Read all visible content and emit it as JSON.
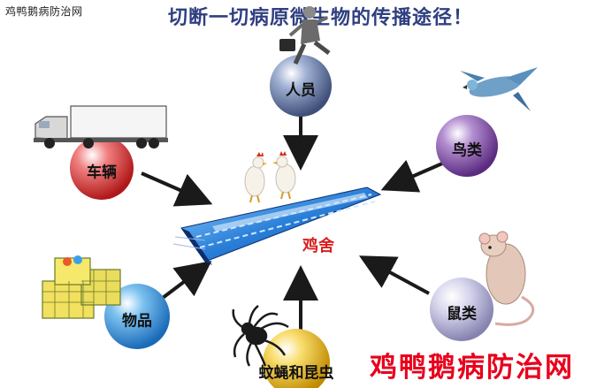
{
  "header": {
    "site_name": "鸡鸭鹅病防治网",
    "title": "切断一切病原微生物的传播途径！"
  },
  "center": {
    "label": "鸡舍"
  },
  "nodes": [
    {
      "key": "person",
      "label": "人员"
    },
    {
      "key": "vehicle",
      "label": "车辆"
    },
    {
      "key": "bird",
      "label": "鸟类"
    },
    {
      "key": "goods",
      "label": "物品"
    },
    {
      "key": "rodent",
      "label": "鼠类"
    },
    {
      "key": "insect",
      "label": "蚊蝇和昆虫"
    }
  ],
  "watermark": "鸡鸭鹅病防治网",
  "colors": {
    "title": "#2f3f80",
    "center_label": "#d81e1e",
    "watermark": "#e8001c",
    "sphere_red": "#e84545",
    "sphere_purple": "#8a5aa8",
    "sphere_slate": "#7080a8",
    "sphere_blue": "#4aa0e0",
    "sphere_lavender": "#b7b4d6",
    "sphere_yellow": "#f0c020"
  }
}
